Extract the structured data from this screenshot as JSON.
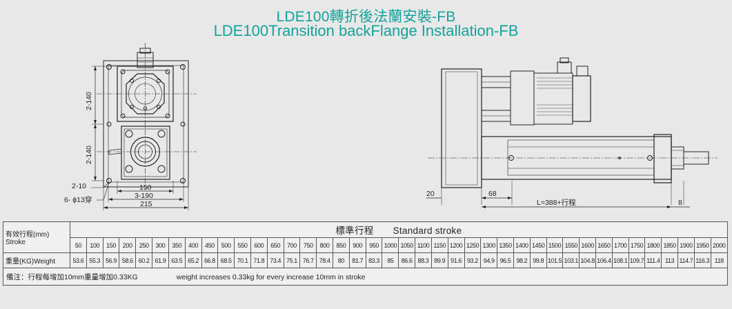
{
  "title_cn": "LDE100轉折後法蘭安裝-FB",
  "title_en": "LDE100Transition  backFlange Installation-FB",
  "dims": {
    "v1": "2-140",
    "v2": "2-140",
    "d210": "2-10",
    "d150": "150",
    "d3190": "3-190",
    "d215": "215",
    "hole": "6- ϕ13穿",
    "s20": "20",
    "s68": "68",
    "sL": "L=388+行程",
    "s8": "8"
  },
  "table": {
    "stroke_label": "有效行程(mm)",
    "stroke_label_en": "Stroke",
    "header_cn": "標準行程",
    "header_en": "Standard stroke",
    "weight_label": "重量(KG)Weight",
    "strokes": [
      "50",
      "100",
      "150",
      "200",
      "250",
      "300",
      "350",
      "400",
      "450",
      "500",
      "550",
      "600",
      "650",
      "700",
      "750",
      "800",
      "850",
      "900",
      "950",
      "1000",
      "1050",
      "1100",
      "1150",
      "1200",
      "1250",
      "1300",
      "1350",
      "1400",
      "1450",
      "1500",
      "1550",
      "1600",
      "1650",
      "1700",
      "1750",
      "1800",
      "1850",
      "1900",
      "1950",
      "2000"
    ],
    "weights": [
      "53.6",
      "55.3",
      "56.9",
      "58.6",
      "60.2",
      "61.9",
      "63.5",
      "65.2",
      "66.8",
      "68.5",
      "70.1",
      "71.8",
      "73.4",
      "75.1",
      "76.7",
      "78.4",
      "80",
      "81.7",
      "83.3",
      "85",
      "86.6",
      "88.3",
      "89.9",
      "91.6",
      "93.2",
      "94.9",
      "96.5",
      "98.2",
      "99.8",
      "101.5",
      "103.1",
      "104.8",
      "106.4",
      "108.1",
      "109.7",
      "111.4",
      "113",
      "114.7",
      "116.3",
      "118"
    ],
    "note_cn": "備注：行程每增加10mm重量增加0.33KG",
    "note_en": "weight increases 0.33kg for every increase 10mm in stroke"
  },
  "colors": {
    "title": "#13a39a",
    "background": "#e8e8e9",
    "line": "#222222"
  }
}
